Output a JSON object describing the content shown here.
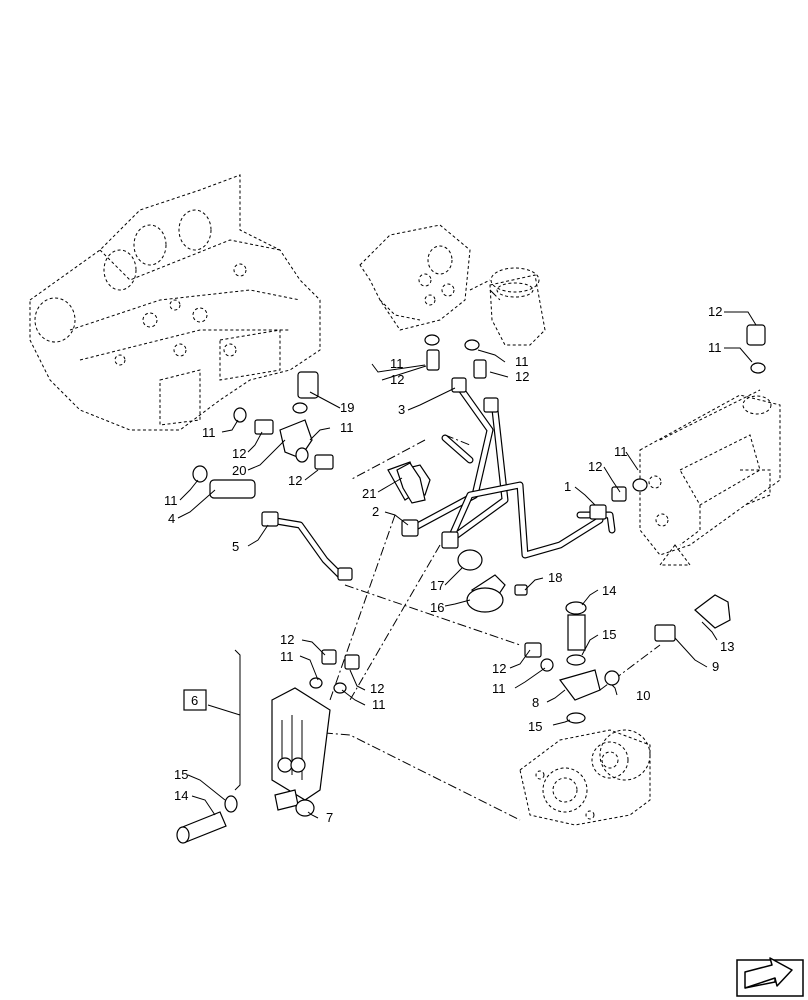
{
  "callouts": [
    "12",
    "11",
    "11",
    "11",
    "12",
    "12",
    "19",
    "3",
    "11",
    "11",
    "12",
    "20",
    "12",
    "11",
    "21",
    "11",
    "12",
    "4",
    "1",
    "2",
    "5",
    "17",
    "18",
    "16",
    "14",
    "15",
    "12",
    "12",
    "11",
    "13",
    "11",
    "12",
    "11",
    "9",
    "10",
    "8",
    "15",
    "15",
    "14",
    "7"
  ],
  "group_box_label": "6",
  "icons": {
    "navigation": "arrow-icon",
    "components": [
      "engine-block",
      "oil-filter-housing",
      "hydraulic-pump",
      "valve-block",
      "filter-block",
      "tee-fitting",
      "elbow-fitting",
      "banjo-bolt",
      "pipe-assembly"
    ]
  }
}
